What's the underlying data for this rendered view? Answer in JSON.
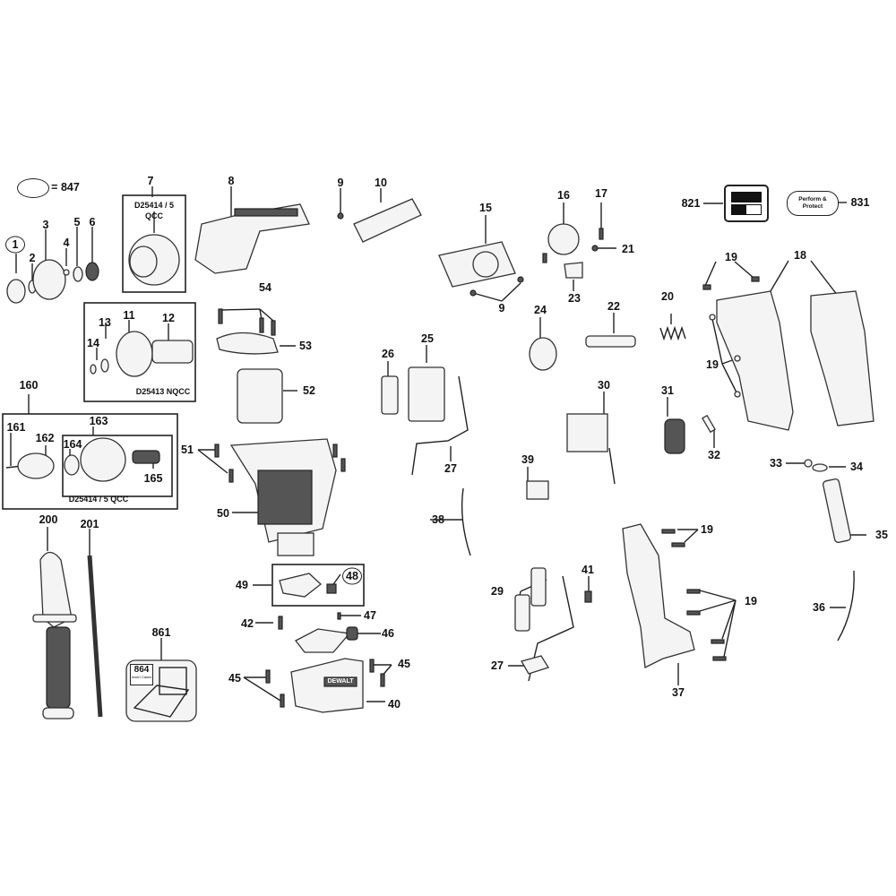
{
  "diagram": {
    "type": "exploded-parts-diagram",
    "legend": {
      "symbol": "oval",
      "equals": "= 847"
    },
    "boxes": {
      "box_7": {
        "caption_line1": "D25414 / 5",
        "caption_line2": "QCC"
      },
      "box_11": {
        "caption": "D25413 NQCC"
      },
      "box_160_inner": {
        "caption": "D25414 / 5 QCC"
      },
      "box_49": {
        "caption": ""
      },
      "label_831_badge": {
        "line1": "Perform &",
        "line2": "Protect"
      },
      "case_864_badge": {
        "number": "864",
        "sub": "Insert Cases"
      }
    },
    "callouts": [
      {
        "id": "1",
        "label": "1",
        "circled": true
      },
      {
        "id": "2",
        "label": "2"
      },
      {
        "id": "3",
        "label": "3"
      },
      {
        "id": "4",
        "label": "4"
      },
      {
        "id": "5",
        "label": "5"
      },
      {
        "id": "6",
        "label": "6"
      },
      {
        "id": "7",
        "label": "7"
      },
      {
        "id": "8",
        "label": "8"
      },
      {
        "id": "9a",
        "label": "9"
      },
      {
        "id": "9b",
        "label": "9"
      },
      {
        "id": "10",
        "label": "10"
      },
      {
        "id": "11",
        "label": "11"
      },
      {
        "id": "12",
        "label": "12"
      },
      {
        "id": "13",
        "label": "13"
      },
      {
        "id": "14",
        "label": "14"
      },
      {
        "id": "15",
        "label": "15"
      },
      {
        "id": "16",
        "label": "16"
      },
      {
        "id": "17",
        "label": "17"
      },
      {
        "id": "18",
        "label": "18"
      },
      {
        "id": "19a",
        "label": "19"
      },
      {
        "id": "19b",
        "label": "19"
      },
      {
        "id": "19c",
        "label": "19"
      },
      {
        "id": "19d",
        "label": "19"
      },
      {
        "id": "20",
        "label": "20"
      },
      {
        "id": "21",
        "label": "21"
      },
      {
        "id": "22",
        "label": "22"
      },
      {
        "id": "23",
        "label": "23"
      },
      {
        "id": "24",
        "label": "24"
      },
      {
        "id": "25",
        "label": "25"
      },
      {
        "id": "26",
        "label": "26"
      },
      {
        "id": "27a",
        "label": "27"
      },
      {
        "id": "27b",
        "label": "27"
      },
      {
        "id": "29",
        "label": "29"
      },
      {
        "id": "30",
        "label": "30"
      },
      {
        "id": "31",
        "label": "31"
      },
      {
        "id": "32",
        "label": "32"
      },
      {
        "id": "33",
        "label": "33"
      },
      {
        "id": "34",
        "label": "34"
      },
      {
        "id": "35",
        "label": "35"
      },
      {
        "id": "36",
        "label": "36"
      },
      {
        "id": "37",
        "label": "37"
      },
      {
        "id": "38",
        "label": "38"
      },
      {
        "id": "39",
        "label": "39"
      },
      {
        "id": "40",
        "label": "40"
      },
      {
        "id": "41",
        "label": "41"
      },
      {
        "id": "42",
        "label": "42"
      },
      {
        "id": "45a",
        "label": "45"
      },
      {
        "id": "45b",
        "label": "45"
      },
      {
        "id": "46",
        "label": "46"
      },
      {
        "id": "47",
        "label": "47"
      },
      {
        "id": "48",
        "label": "48",
        "circled": true
      },
      {
        "id": "49",
        "label": "49"
      },
      {
        "id": "50",
        "label": "50"
      },
      {
        "id": "51",
        "label": "51"
      },
      {
        "id": "52",
        "label": "52"
      },
      {
        "id": "53",
        "label": "53"
      },
      {
        "id": "54",
        "label": "54"
      },
      {
        "id": "160",
        "label": "160"
      },
      {
        "id": "161",
        "label": "161"
      },
      {
        "id": "162",
        "label": "162"
      },
      {
        "id": "163",
        "label": "163"
      },
      {
        "id": "164",
        "label": "164"
      },
      {
        "id": "165",
        "label": "165"
      },
      {
        "id": "200",
        "label": "200"
      },
      {
        "id": "201",
        "label": "201"
      },
      {
        "id": "821",
        "label": "821"
      },
      {
        "id": "831",
        "label": "831"
      },
      {
        "id": "861",
        "label": "861"
      }
    ],
    "brand_text_on_battery_housing": "DEWALT"
  }
}
